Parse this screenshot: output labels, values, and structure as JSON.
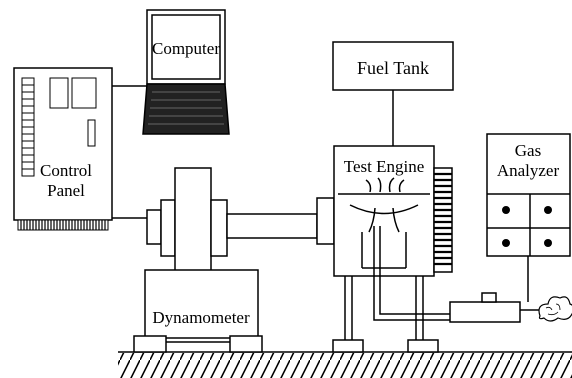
{
  "labels": {
    "computer": "Computer",
    "fuel_tank": "Fuel Tank",
    "control_panel_line1": "Control",
    "control_panel_line2": "Panel",
    "test_engine": "Test Engine",
    "gas_analyzer_line1": "Gas",
    "gas_analyzer_line2": "Analyzer",
    "dynamometer": "Dynamometer"
  },
  "colors": {
    "line": "#000000",
    "background": "#ffffff"
  }
}
